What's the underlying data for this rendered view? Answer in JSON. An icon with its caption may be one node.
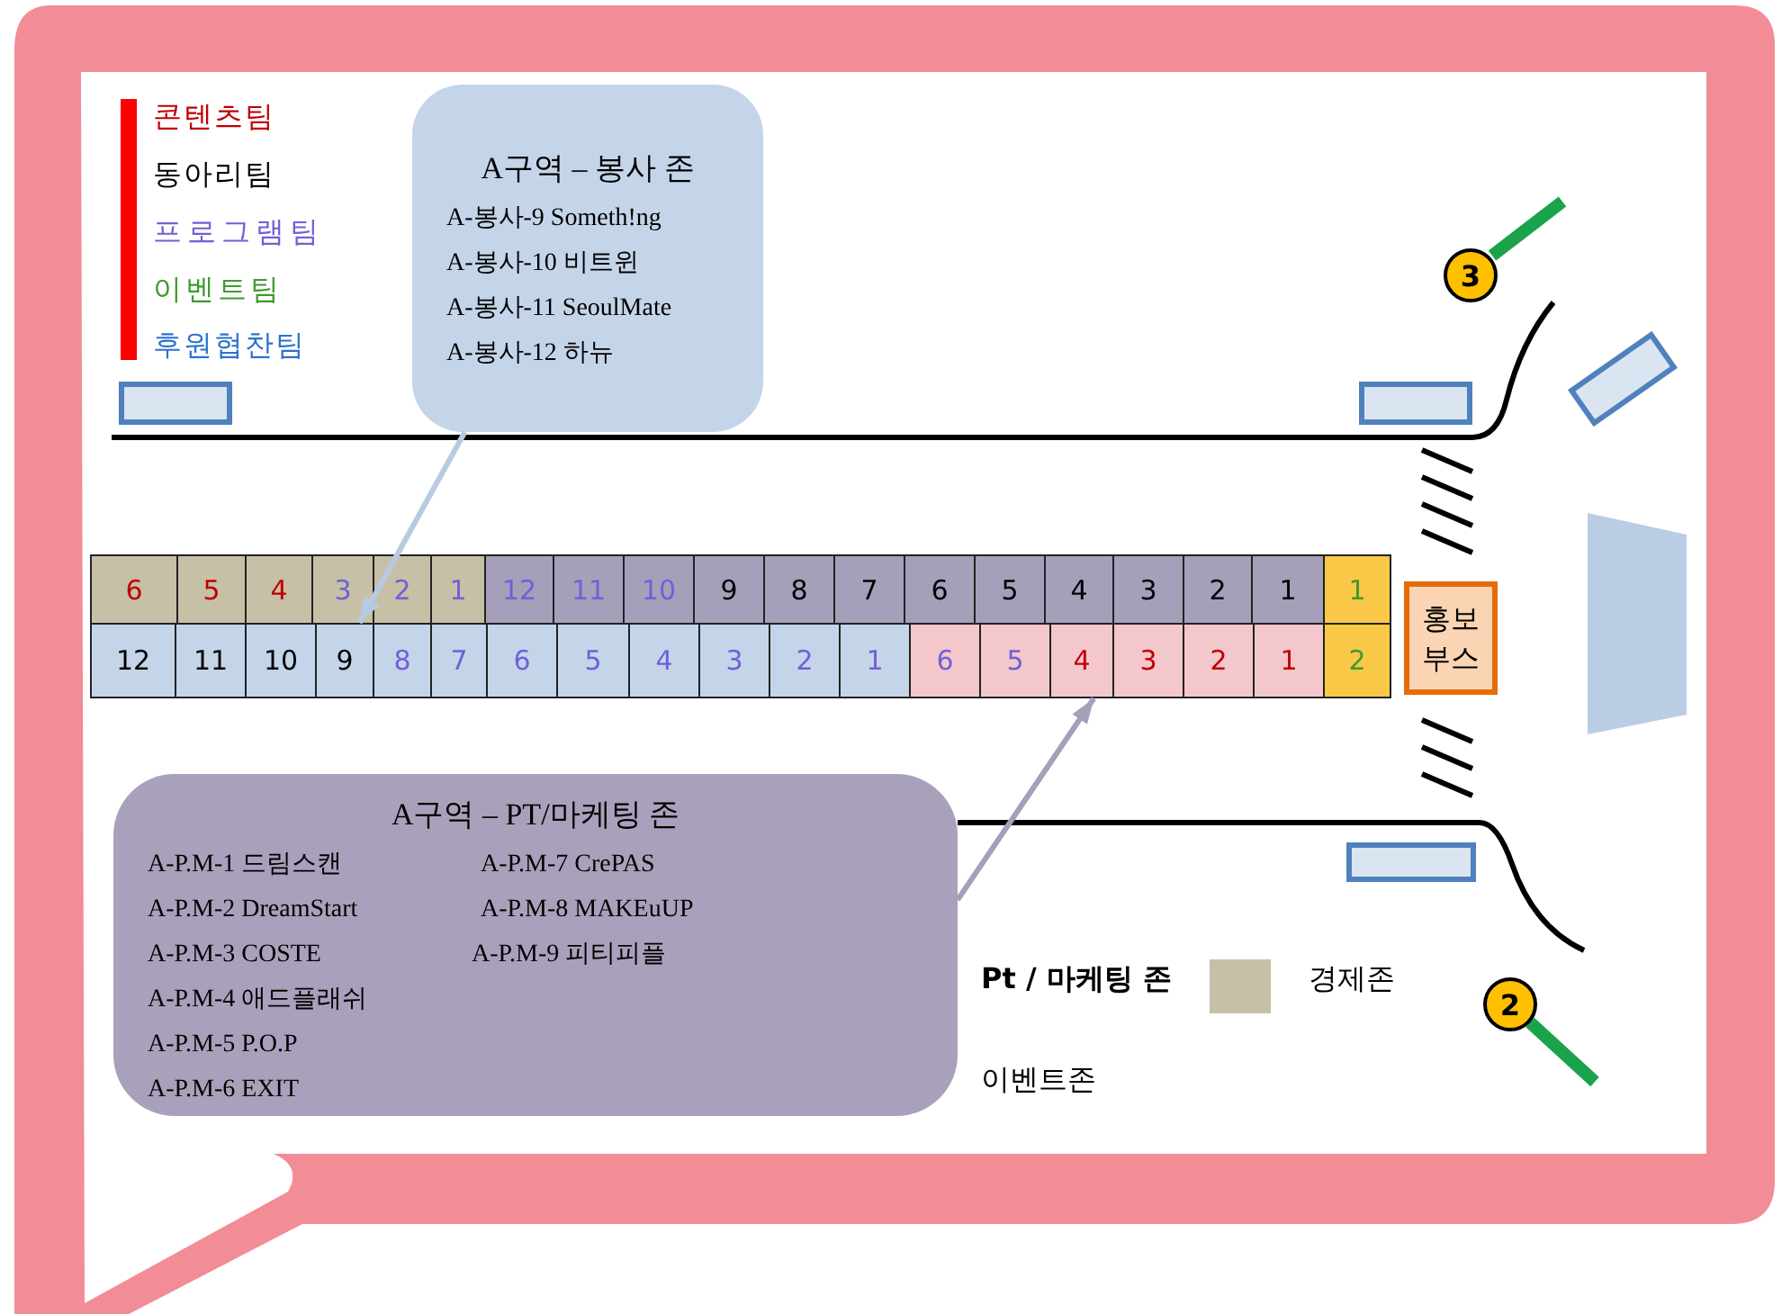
{
  "diagram": {
    "nodes": [
      {
        "text": [
          "A구역 – 봉사 존",
          "A-봉사-9 Someth!ng",
          "A-봉사-10 비트윈",
          "A-봉사-11 SeoulMate",
          "A-봉사-12 하뉴"
        ]
      },
      {
        "text": [
          "3"
        ]
      },
      {
        "text": [],
        "shape": "box"
      },
      {
        "text": [],
        "shape": "box"
      },
      {
        "text": [],
        "shape": "box"
      },
      {
        "text": [
          "6"
        ]
      },
      {
        "text": [
          "5"
        ]
      },
      {
        "text": [
          "4"
        ]
      },
      {
        "text": [
          "3"
        ]
      },
      {
        "text": [
          "2"
        ]
      },
      {
        "text": [
          "1"
        ]
      },
      {
        "text": [
          "12"
        ]
      },
      {
        "text": [
          "11"
        ]
      },
      {
        "text": [
          "10"
        ]
      },
      {
        "text": [
          "9"
        ]
      },
      {
        "text": [
          "8"
        ]
      },
      {
        "text": [
          "7"
        ]
      },
      {
        "text": [
          "6"
        ]
      },
      {
        "text": [
          "5"
        ]
      },
      {
        "text": [
          "4"
        ]
      },
      {
        "text": [
          "3"
        ]
      },
      {
        "text": [
          "2"
        ]
      },
      {
        "text": [
          "1"
        ]
      },
      {
        "text": [
          "1"
        ]
      },
      {
        "text": [
          "홍보 부스"
        ]
      },
      {
        "text": [
          "12"
        ]
      },
      {
        "text": [
          "11"
        ]
      },
      {
        "text": [
          "10"
        ]
      },
      {
        "text": [
          "9"
        ]
      },
      {
        "text": [
          "8"
        ]
      },
      {
        "text": [
          "7"
        ]
      },
      {
        "text": [
          "6"
        ]
      },
      {
        "text": [
          "5"
        ]
      },
      {
        "text": [
          "4"
        ]
      },
      {
        "text": [
          "3"
        ]
      },
      {
        "text": [
          "2"
        ]
      },
      {
        "text": [
          "1"
        ]
      },
      {
        "text": [
          "6"
        ]
      },
      {
        "text": [
          "5"
        ]
      },
      {
        "text": [
          "4"
        ]
      },
      {
        "text": [
          "3"
        ]
      },
      {
        "text": [
          "2"
        ]
      },
      {
        "text": [
          "1"
        ]
      },
      {
        "text": [
          "2"
        ]
      },
      {
        "text": [
          "A구역 – PT/마케팅 존",
          "A-P.M-1 드림스캔",
          "A-P.M-2 DreamStart",
          "A-P.M-3 COSTE",
          "A-P.M-4 애드플래쉬",
          "A-P.M-5 P.O.P",
          "A-P.M-6 EXIT",
          "A-P.M-7 CrePAS",
          "A-P.M-8 MAKEuUP",
          "A-P.M-9 피티피플"
        ]
      },
      {
        "text": [],
        "shape": "box"
      },
      {
        "text": [
          "2"
        ]
      },
      {
        "text": [],
        "shape": "trapezoid"
      }
    ],
    "edges": [
      {
        "from": 0,
        "to": 28,
        "arrow": "to",
        "color": "#b8cae2"
      },
      {
        "from": 44,
        "to": 39,
        "arrow": "to",
        "color": "#a59fba"
      }
    ],
    "legend": [
      {
        "text": "콘텐츠팀",
        "color": "#c00000"
      },
      {
        "text": "동아리팀",
        "color": "#000000"
      },
      {
        "text": "프로그램팀",
        "color": "#7060d8"
      },
      {
        "text": "이벤트팀",
        "color": "#3f9a2e"
      },
      {
        "text": "후원협찬팀",
        "color": "#2a72d0"
      },
      {
        "text": "Pt / 마케팅 존"
      },
      {
        "text": "경제존",
        "color": "#c6c0a6"
      },
      {
        "text": "이벤트존"
      }
    ]
  }
}
